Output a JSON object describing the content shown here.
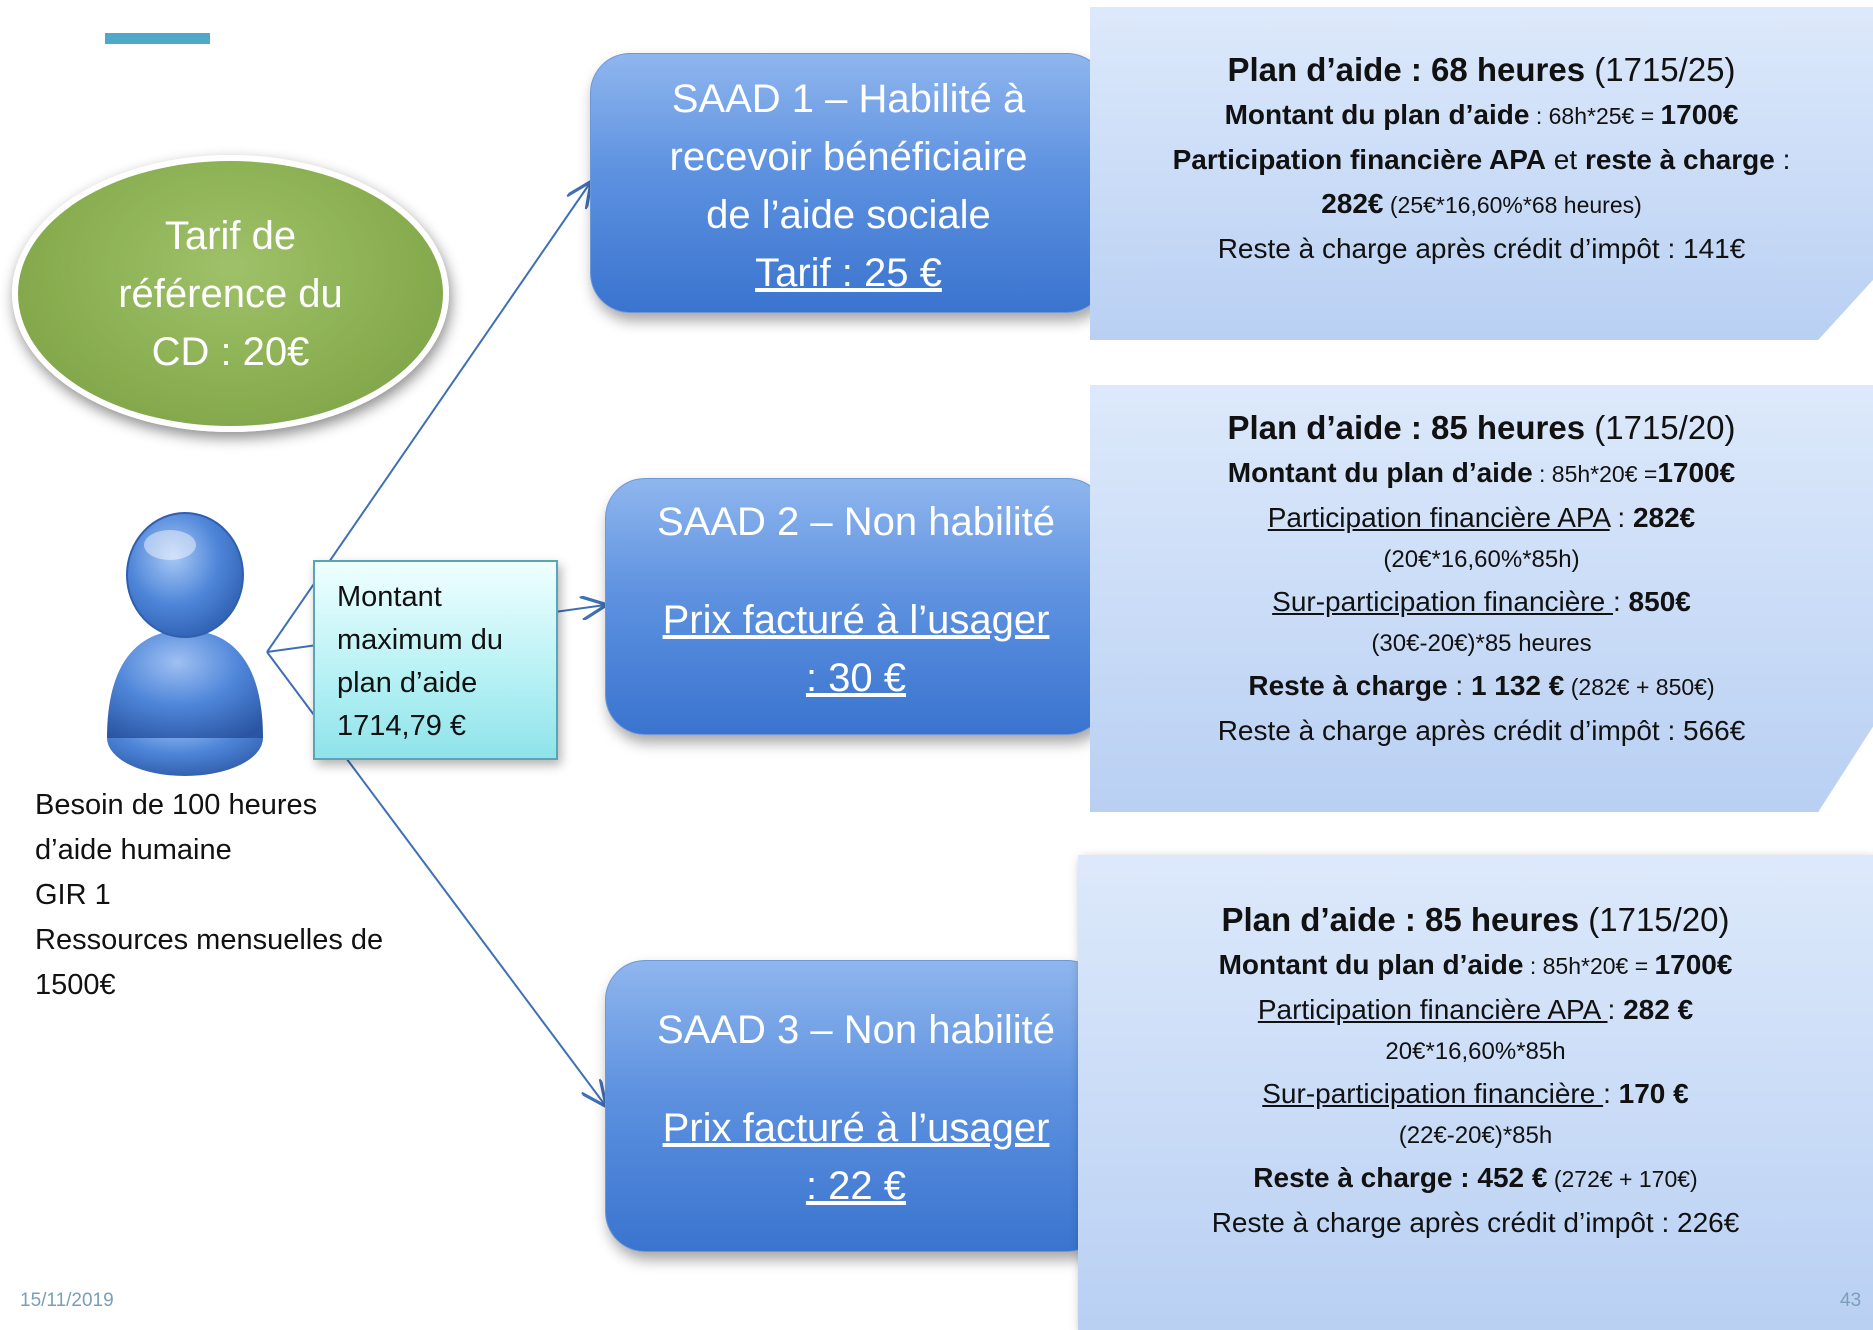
{
  "ellipse": {
    "lines": [
      "Tarif de",
      "référence du",
      "CD : 20€"
    ]
  },
  "person": {
    "montant_box": [
      "Montant",
      "maximum du",
      "plan d’aide",
      "1714,79 €"
    ],
    "description": [
      "Besoin de 100 heures",
      "d’aide humaine",
      "GIR 1",
      "Ressources mensuelles de",
      "1500€"
    ]
  },
  "saad": [
    {
      "title_lines": [
        "SAAD 1 – Habilité à",
        "recevoir bénéficiaire",
        "de l’aide sociale"
      ],
      "price": "Tarif : 25 €"
    },
    {
      "title": "SAAD 2 – Non habilité",
      "price_lines": [
        "Prix facturé à l’usager",
        ": 30 €"
      ]
    },
    {
      "title": "SAAD 3 – Non habilité",
      "price_lines": [
        "Prix facturé à l’usager",
        ": 22 €"
      ]
    }
  ],
  "info1": {
    "plan_b": "Plan d’aide : 68 heures",
    "plan_n": " (1715/25)",
    "montant_b": "Montant du plan d’aide",
    "montant_n": " : 68h*25€ = ",
    "montant_v": "1700€",
    "part_b1": "Participation financière APA",
    "part_n": " et ",
    "part_b2": "reste à charge",
    "part_end": " :",
    "amount_b": "282€",
    "amount_n": " (25€*16,60%*68 heures)",
    "credit": "Reste à charge après crédit d’impôt : 141€"
  },
  "info2": {
    "plan_b": "Plan d’aide : 85 heures",
    "plan_n": " (1715/20)",
    "montant_b": "Montant du plan d’aide",
    "montant_n": " : 85h*20€ =",
    "montant_v": "1700€",
    "apa_u": "Participation financière APA",
    "apa_n": " : ",
    "apa_v": "282€",
    "apa_calc": "(20€*16,60%*85h)",
    "sur_u": "Sur-participation  financière ",
    "sur_n": ": ",
    "sur_v": "850€",
    "sur_calc": "(30€-20€)*85 heures",
    "rac_b": "Reste à charge",
    "rac_n": " : ",
    "rac_v": "1 132 €",
    "rac_calc": "  (282€ + 850€)",
    "credit": "Reste à charge après crédit d’impôt : 566€"
  },
  "info3": {
    "plan_b": "Plan d’aide : 85 heures",
    "plan_n": " (1715/20)",
    "montant_b": "Montant du plan d’aide",
    "montant_n": " : 85h*20€ = ",
    "montant_v": "1700€",
    "apa_u": "Participation financière APA ",
    "apa_n": ": ",
    "apa_v": "282 €",
    "apa_calc": "20€*16,60%*85h",
    "sur_u": "Sur-participation  financière ",
    "sur_n": ": ",
    "sur_v": "170 €",
    "sur_calc": "(22€-20€)*85h",
    "rac_b": "Reste à charge : 452 €",
    "rac_calc": " (272€ + 170€)",
    "credit": "Reste à charge après crédit d’impôt : 226€"
  },
  "footer": {
    "date": "15/11/2019",
    "page": "43"
  },
  "colors": {
    "accent": "#4fa8c8",
    "ellipse": "#88ad4f",
    "saad": "#4f86d9",
    "info": "#c8dbf6",
    "montant": "#b9f2f5",
    "line": "#3f6fb5"
  }
}
